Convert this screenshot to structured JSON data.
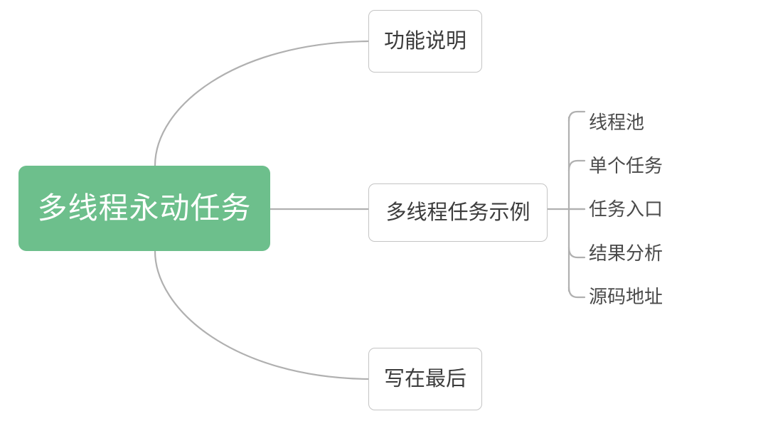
{
  "diagram": {
    "type": "mind-map",
    "background_color": "#ffffff",
    "colors": {
      "root_fill": "#6dbf8c",
      "root_text": "#ffffff",
      "branch_border": "#c4c4c4",
      "branch_fill": "#ffffff",
      "branch_text": "#3c3c3c",
      "leaf_text": "#4a4a4a",
      "connector": "#b0b0b0"
    }
  },
  "root": {
    "label": "多线程永动任务"
  },
  "branches": [
    {
      "id": "function-desc",
      "label": "功能说明"
    },
    {
      "id": "task-example",
      "label": "多线程任务示例"
    },
    {
      "id": "written-last",
      "label": "写在最后"
    }
  ],
  "leaves": [
    {
      "id": "thread-pool",
      "label": "线程池"
    },
    {
      "id": "single-task",
      "label": "单个任务"
    },
    {
      "id": "task-entry",
      "label": "任务入口"
    },
    {
      "id": "result-anal",
      "label": "结果分析"
    },
    {
      "id": "source-addr",
      "label": "源码地址"
    }
  ]
}
